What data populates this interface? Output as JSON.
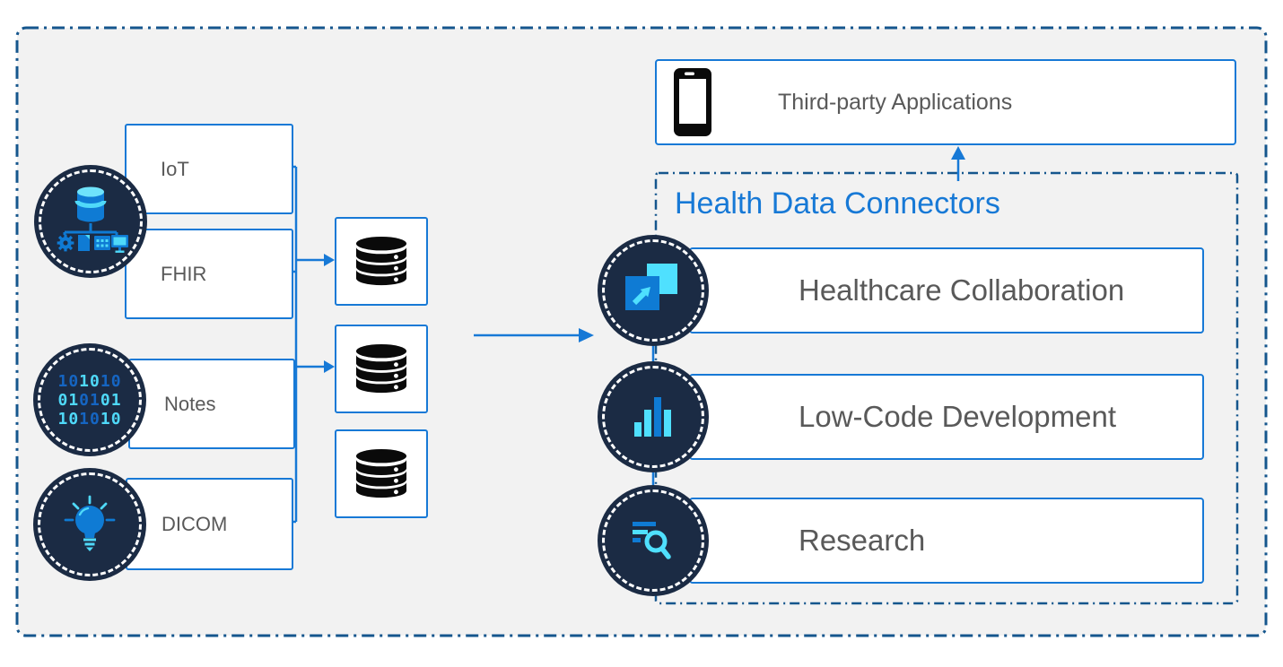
{
  "source_boxes": [
    {
      "label": "IoT"
    },
    {
      "label": "FHIR"
    },
    {
      "label": "Notes"
    },
    {
      "label": "DICOM"
    }
  ],
  "binary": {
    "palette": {
      "b": "#1565C2",
      "c": "#4FD9F9"
    },
    "rows": [
      {
        "text": "101010",
        "colors": [
          "b",
          "b",
          "c",
          "c",
          "b",
          "b"
        ]
      },
      {
        "text": "010101",
        "colors": [
          "c",
          "c",
          "b",
          "b",
          "c",
          "c"
        ]
      },
      {
        "text": "101010",
        "colors": [
          "c",
          "c",
          "b",
          "b",
          "c",
          "c"
        ]
      }
    ]
  },
  "third_party": {
    "label": "Third-party Applications"
  },
  "hdc": {
    "title": "Health Data Connectors",
    "rows": [
      {
        "label": "Healthcare Collaboration"
      },
      {
        "label": "Low-Code Development"
      },
      {
        "label": "Research"
      }
    ]
  },
  "icons": [
    "connected-data-platform-icon",
    "binary-code-icon",
    "lightbulb-icon",
    "database-icon",
    "smartphone-icon",
    "collaboration-arrow-icon",
    "bar-chart-icon",
    "search-research-icon"
  ],
  "colors": {
    "background_panel": "#F2F2F2",
    "dash_border": "#15568D",
    "accent_blue": "#1779D6",
    "navy_circle": "#1B2B44",
    "cyan": "#4FD9F9",
    "icon_blue": "#0F7BD4",
    "text_gray": "#595959",
    "db_black": "#0A0A0A"
  }
}
